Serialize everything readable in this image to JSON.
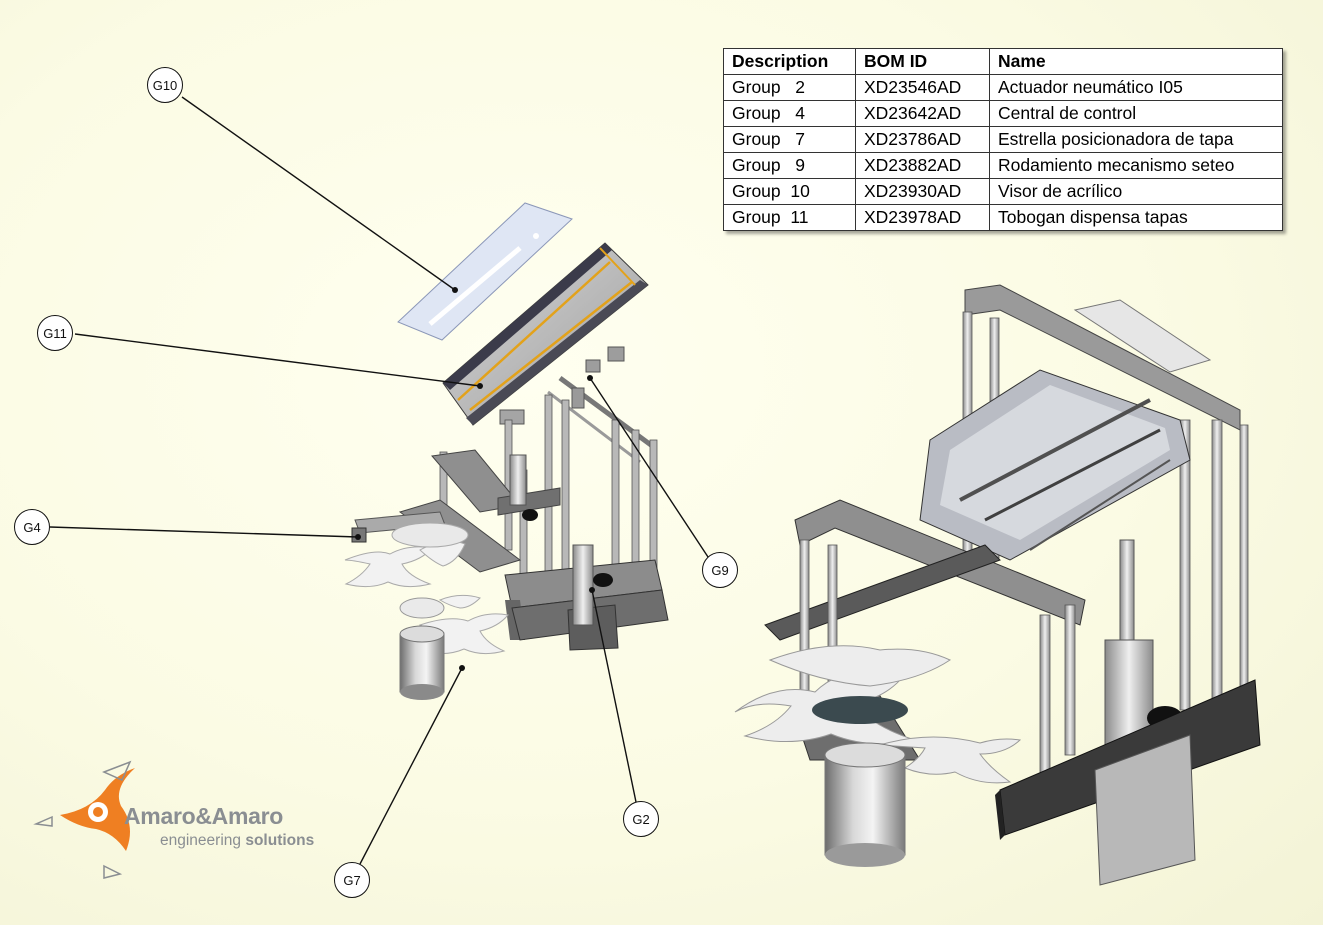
{
  "callouts": {
    "g10": "G10",
    "g11": "G11",
    "g4": "G4",
    "g9": "G9",
    "g2": "G2",
    "g7": "G7"
  },
  "bom_table": {
    "headers": [
      "Description",
      "BOM ID",
      "Name"
    ],
    "rows": [
      {
        "description": "Group   2",
        "bom_id": "XD23546AD",
        "name": "Actuador neumático I05"
      },
      {
        "description": "Group   4",
        "bom_id": "XD23642AD",
        "name": "Central de control"
      },
      {
        "description": "Group   7",
        "bom_id": "XD23786AD",
        "name": "Estrella posicionadora de tapa"
      },
      {
        "description": "Group   9",
        "bom_id": "XD23882AD",
        "name": "Rodamiento mecanismo seteo"
      },
      {
        "description": "Group  10",
        "bom_id": "XD23930AD",
        "name": "Visor de acrílico"
      },
      {
        "description": "Group  11",
        "bom_id": "XD23978AD",
        "name": "Tobogan dispensa tapas"
      }
    ]
  },
  "logo": {
    "title": "Amaro&Amaro",
    "subtitle_regular": "engineering ",
    "subtitle_bold": "solutions"
  },
  "colors": {
    "logo_orange": "#ef7f22",
    "logo_gray": "#8a8e92",
    "frame_gray": "#8c8c8c",
    "chute_rail": "#e3a21a"
  }
}
